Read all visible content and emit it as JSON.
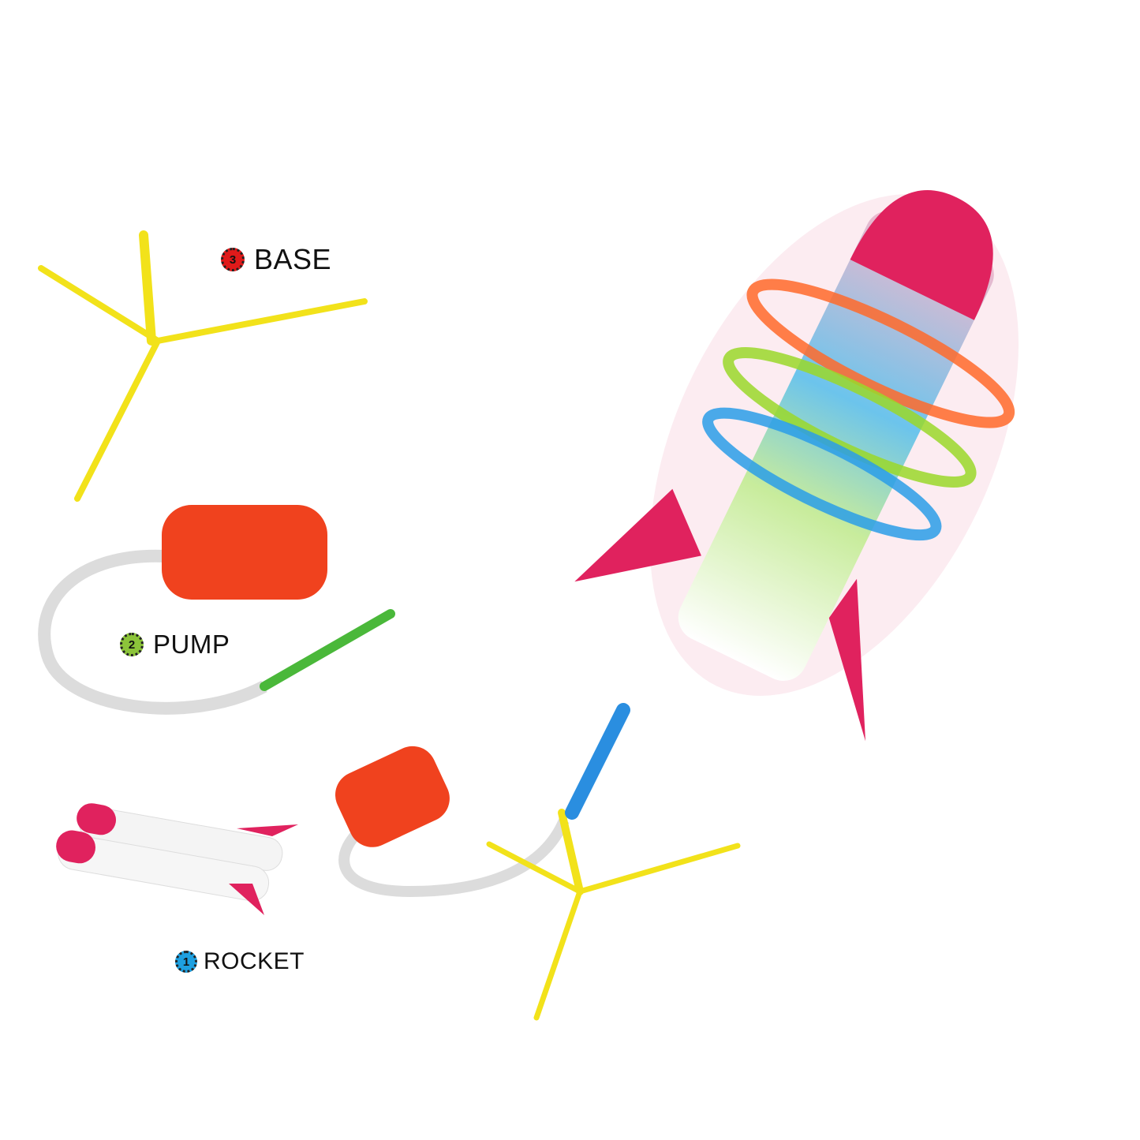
{
  "labels": [
    {
      "number": "3",
      "text": "BASE",
      "color": "#e01a1a"
    },
    {
      "number": "2",
      "text": "PUMP",
      "color": "#8cc43a"
    },
    {
      "number": "1",
      "text": "ROCKET",
      "color": "#1ea0e0"
    }
  ],
  "colors": {
    "base": "#f2e21a",
    "pump": "#f0421e",
    "rocket_tip": "#e0225e",
    "tube": "#4ab83a"
  }
}
